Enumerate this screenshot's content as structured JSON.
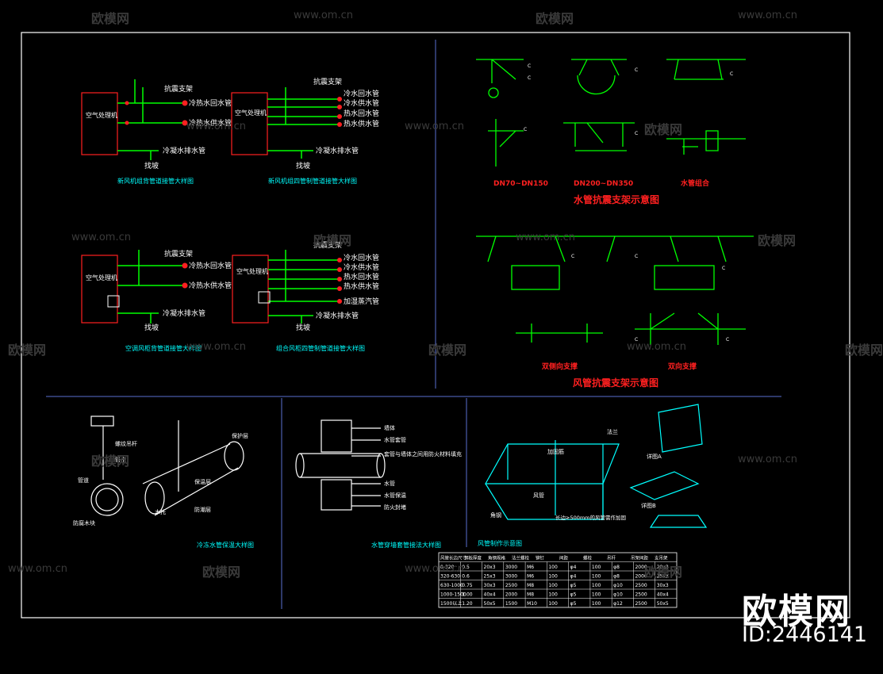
{
  "watermark": {
    "brand": "欧模网",
    "url": "www.om.cn",
    "id": "ID:2446141"
  },
  "panels": {
    "fresh_air_1": {
      "unit": "空气处理机",
      "labels": [
        "抗震支架",
        "冷热水回水管",
        "冷热水供水管",
        "冷凝水排水管",
        "找坡"
      ],
      "caption": "新风机组背管道接管大样图"
    },
    "fresh_air_2": {
      "unit": "空气处理机",
      "labels": [
        "抗震支架",
        "冷水回水管",
        "冷水供水管",
        "热水回水管",
        "热水供水管",
        "冷凝水排水管",
        "找坡"
      ],
      "caption": "新风机组四管制管道接管大样图"
    },
    "ahu_1": {
      "unit": "空气处理机",
      "labels": [
        "抗震支架",
        "冷热水回水管",
        "冷热水供水管",
        "冷凝水排水管",
        "找坡"
      ],
      "caption": "空调风柜背管道接管大样图"
    },
    "ahu_2": {
      "unit": "空气处理机",
      "labels": [
        "抗震支架",
        "冷水回水管",
        "冷水供水管",
        "热水回水管",
        "热水供水管",
        "加湿蒸汽管",
        "冷凝水排水管",
        "找坡"
      ],
      "caption": "组合风柜四管制管道接管大样图"
    },
    "water_seismic": {
      "sub_labels": [
        "DN70~DN150",
        "DN200~DN350",
        "水管组合"
      ],
      "title": "水管抗震支架示意图"
    },
    "duct_seismic": {
      "sub_labels": [
        "双侧向支撑",
        "双向支撑"
      ],
      "title": "风管抗震支架示意图"
    },
    "pipe_insulation": {
      "labels": [
        "螺纹吊杆",
        "管卡",
        "保温层",
        "防腐木块",
        "管道",
        "防潮层",
        "保护层",
        "木托"
      ],
      "caption": "冷冻水管保温大样图"
    },
    "wall_penetration": {
      "labels": [
        "墙体",
        "水管套管",
        "套管与墙体之间用防火材料填充",
        "水管",
        "水管保温",
        "防火封堵"
      ],
      "caption": "水管穿墙套管接法大样图"
    },
    "duct_fabrication": {
      "labels": [
        "法兰",
        "风管",
        "角钢",
        "加固筋",
        "详图A",
        "详图B"
      ],
      "note": "长边≥500mm的风管需作加固",
      "caption": "风管制作示意图"
    },
    "duct_table": {
      "headers": [
        "风管长边尺寸",
        "钢板厚度",
        "角钢规格",
        "法兰螺栓",
        "铆钉",
        "间距",
        "螺栓",
        "吊杆",
        "吊架间距",
        "支吊架"
      ],
      "rows": [
        [
          "0-320",
          "0.5",
          "20x3",
          "3000",
          "M6",
          "100",
          "φ4",
          "100",
          "φ8",
          "2000",
          "20x3"
        ],
        [
          "320-630",
          "0.6",
          "25x3",
          "3000",
          "M6",
          "100",
          "φ4",
          "100",
          "φ8",
          "2000",
          "25x3"
        ],
        [
          "630-1000",
          "0.75",
          "30x3",
          "2500",
          "M8",
          "100",
          "φ5",
          "100",
          "φ10",
          "2500",
          "30x3"
        ],
        [
          "1000-1500",
          "1.00",
          "40x4",
          "2000",
          "M8",
          "100",
          "φ5",
          "100",
          "φ10",
          "2500",
          "40x4"
        ],
        [
          "1500以上",
          "1.20",
          "50x5",
          "1500",
          "M10",
          "100",
          "φ5",
          "100",
          "φ12",
          "2500",
          "50x5"
        ]
      ]
    }
  },
  "colors": {
    "background": "#000000",
    "frame": "#ffffff",
    "pipe": "#00ff00",
    "equipment": "#ff0000",
    "label": "#ffffff",
    "caption": "#00ffff",
    "title": "#ff2020",
    "divider": "#5a6fd0",
    "duct": "#00ffff",
    "insulation": "#ffffff",
    "watermark": "#3a3a3a"
  }
}
